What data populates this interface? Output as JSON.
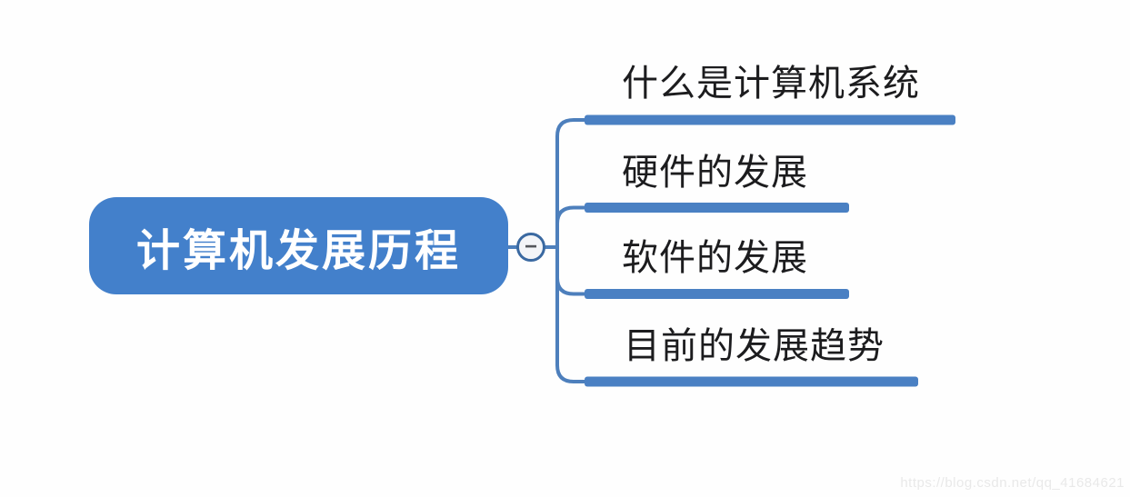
{
  "root_topic": {
    "label": "计算机发展历程"
  },
  "collapse_button": {
    "symbol": "−",
    "state": "expanded"
  },
  "branches": [
    {
      "label": "什么是计算机系统"
    },
    {
      "label": "硬件的发展"
    },
    {
      "label": "软件的发展"
    },
    {
      "label": "目前的发展趋势"
    }
  ],
  "watermark": {
    "text": "https://blog.csdn.net/qq_41684621"
  },
  "colors": {
    "root_fill": "#4380cb",
    "root_text": "#ffffff",
    "branch_underline": "#4a80c3",
    "connector_line": "#4d7fbc",
    "collapse_border": "#3a69a1",
    "collapse_fill": "#f3f5f8",
    "collapse_glyph": "#54575c",
    "branch_text": "#1c1c1e",
    "watermark_text": "#e9e9e9",
    "background": "#fefefe"
  }
}
